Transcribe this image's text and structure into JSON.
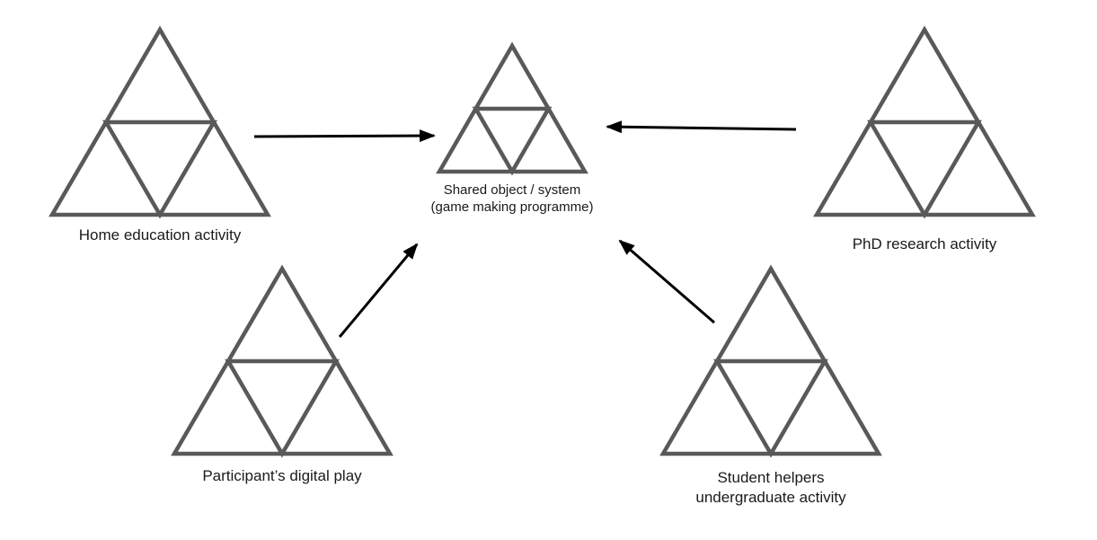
{
  "diagram": {
    "title": "Interacting activity systems around a shared object",
    "colors": {
      "background": "#ffffff",
      "triangle": "#595959",
      "arrow": "#000000",
      "text": "#1a1a1a"
    },
    "nodes": [
      {
        "id": "home-education-activity",
        "label": "Home education activity"
      },
      {
        "id": "shared-object-system",
        "label": "Shared object / system\n(game making programme)"
      },
      {
        "id": "phd-research-activity",
        "label": "PhD research activity"
      },
      {
        "id": "participants-digital-play",
        "label": "Participant’s digital play"
      },
      {
        "id": "student-helpers-undergraduate-activity",
        "label": "Student helpers\nundergraduate activity"
      }
    ],
    "arrows": [
      {
        "id": "home-to-shared",
        "from": "home-education-activity",
        "to": "shared-object-system",
        "direction": "right"
      },
      {
        "id": "phd-to-shared",
        "from": "phd-research-activity",
        "to": "shared-object-system",
        "direction": "left"
      },
      {
        "id": "participant-to-shared",
        "from": "participants-digital-play",
        "to": "shared-object-system",
        "direction": "up-right"
      },
      {
        "id": "student-to-shared",
        "from": "student-helpers-undergraduate-activity",
        "to": "shared-object-system",
        "direction": "up-left"
      }
    ]
  }
}
